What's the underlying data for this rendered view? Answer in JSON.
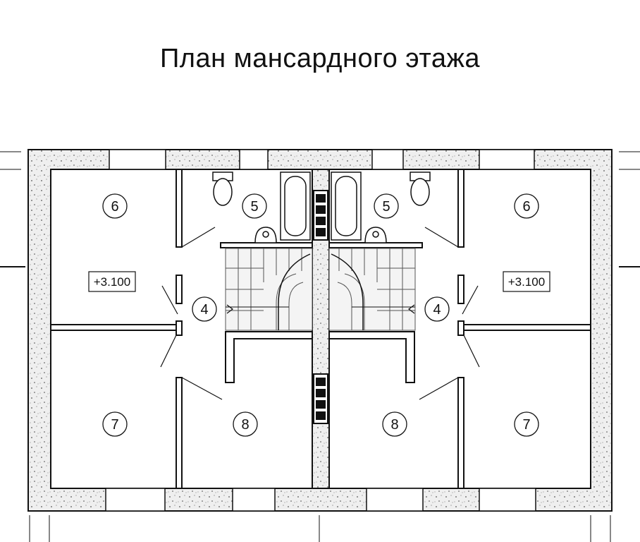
{
  "title": "План мансардного этажа",
  "rooms": {
    "left": {
      "bedroom_top": "6",
      "bath": "5",
      "hall": "4",
      "bedroom_bottom": "7",
      "room_small": "8",
      "level_mark": "+3.100"
    },
    "right": {
      "bedroom_top": "6",
      "bath": "5",
      "hall": "4",
      "bedroom_bottom": "7",
      "room_small": "8",
      "level_mark": "+3.100"
    }
  },
  "colors": {
    "line": "#111111",
    "wall_fill": "#e8e8e8",
    "stair_fill": "#f0f0f0"
  }
}
